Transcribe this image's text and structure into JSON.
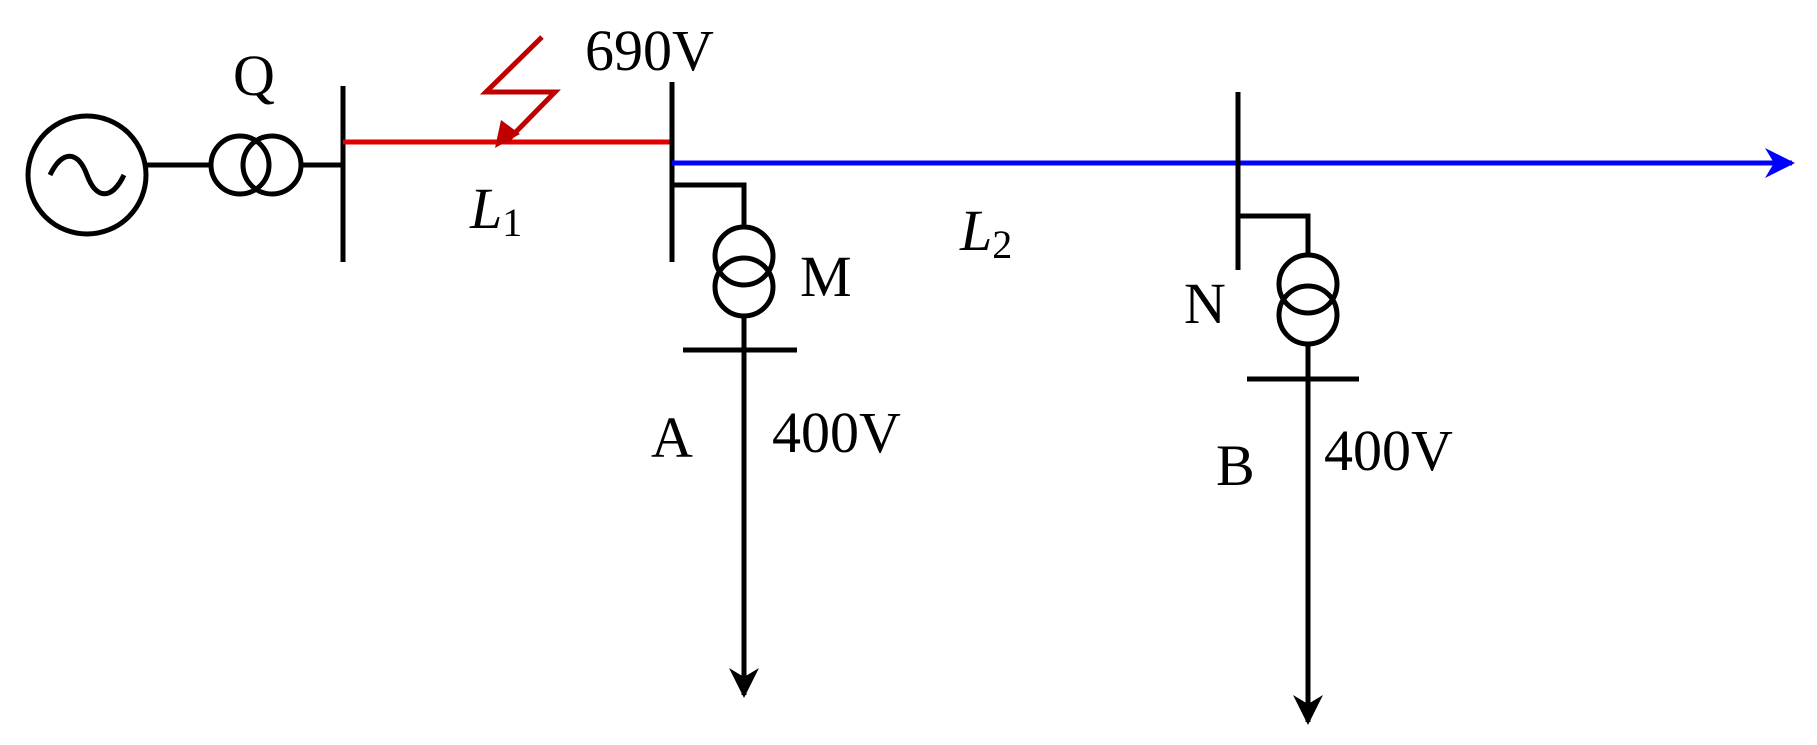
{
  "labels": {
    "transformer_q": "Q",
    "bus_voltage_main": "690V",
    "line_1": "L",
    "line_1_sub": "1",
    "line_2": "L",
    "line_2_sub": "2",
    "transformer_m": "M",
    "transformer_n": "N",
    "bus_a": "A",
    "bus_a_voltage": "400V",
    "bus_b": "B",
    "bus_b_voltage": "400V"
  },
  "colors": {
    "line_normal": "#000000",
    "line_fault": "#e00000",
    "fault_symbol": "#c00000",
    "line_downstream": "#0000ff"
  },
  "icons": {
    "source": "ac-generator-icon",
    "transformer": "two-winding-transformer-icon",
    "fault": "lightning-fault-icon",
    "load": "arrow-load-icon"
  }
}
